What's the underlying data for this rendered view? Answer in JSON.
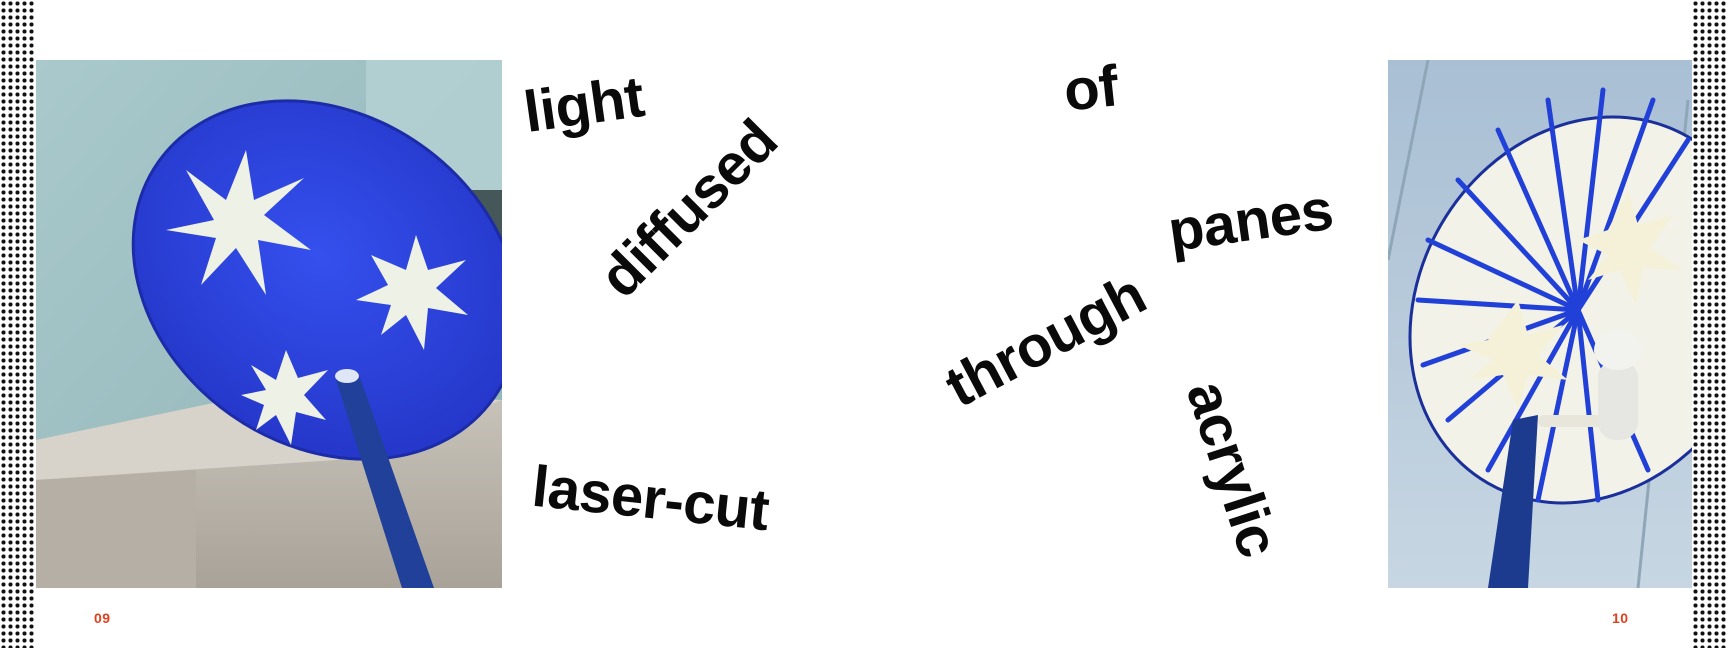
{
  "colors": {
    "accent": "#e1401e",
    "text": "#0a0a0a",
    "fan_blue": "#2a3fe0",
    "paper": "#ffffff"
  },
  "spread": {
    "left_page_number": "09",
    "right_page_number": "10",
    "words": {
      "light": "light",
      "diffused": "diffused",
      "laser_cut": "laser-cut",
      "of": "of",
      "panes": "panes",
      "through": "through",
      "acrylic": "acrylic"
    }
  }
}
